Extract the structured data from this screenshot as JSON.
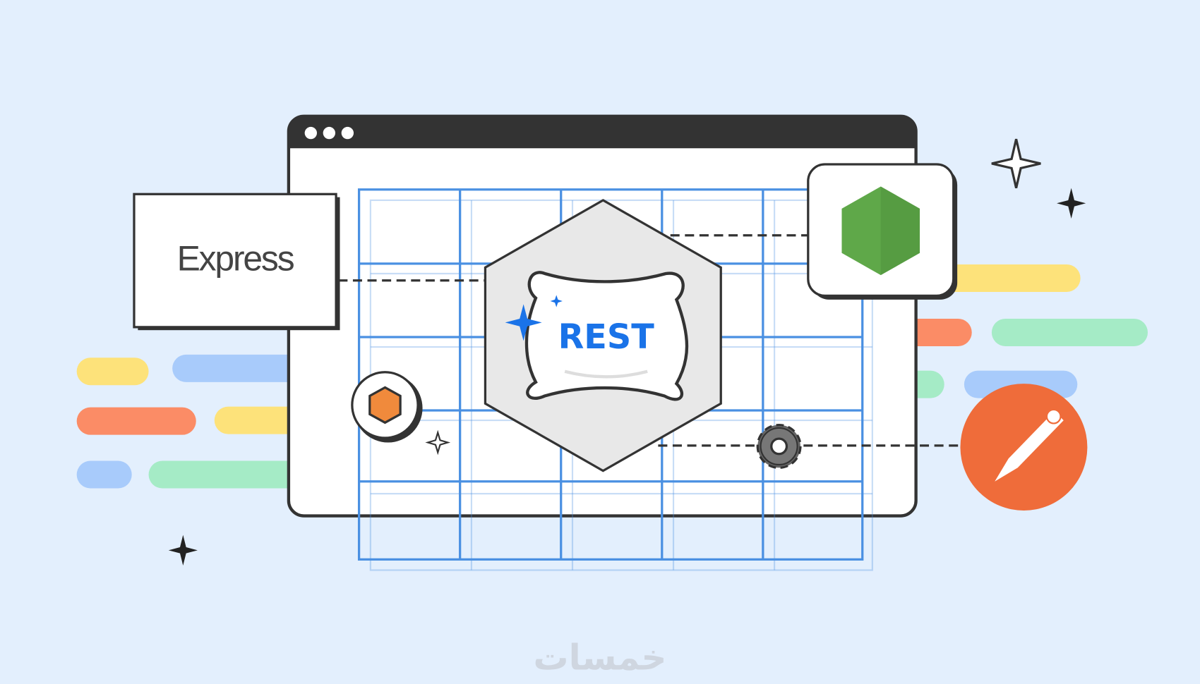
{
  "illustration": {
    "express_label": "Express",
    "rest_label": "REST",
    "watermark": "خمسات",
    "colors": {
      "background": "#e3effd",
      "window_bar": "#333333",
      "grid": "#4a90e2",
      "rest_text": "#1a73e8",
      "node_green": "#5fa849",
      "postman_orange": "#ef6c3a",
      "yellow": "#fde27a",
      "orange": "#fb8c66",
      "blue": "#a8cbfb",
      "green": "#a5ebc6"
    }
  }
}
